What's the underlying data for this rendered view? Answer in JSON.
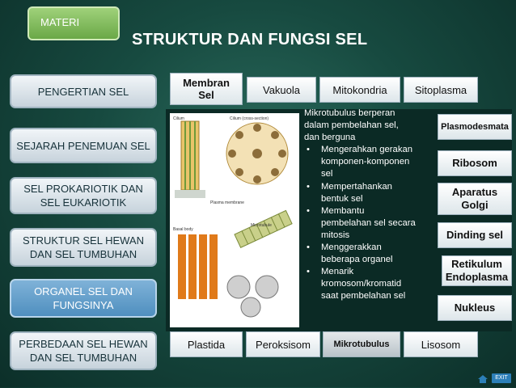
{
  "header": {
    "materi_label": "MATERI",
    "title": "STRUKTUR DAN FUNGSI SEL"
  },
  "sidebar": {
    "items": [
      {
        "label_lines": [
          "PENGERTIAN SEL"
        ],
        "active": false
      },
      {
        "label_lines": [
          "SEJARAH PENEMUAN SEL"
        ],
        "active": false
      },
      {
        "label_lines": [
          "SEL PROKARIOTIK DAN",
          "SEL EUKARIOTIK"
        ],
        "active": false
      },
      {
        "label_lines": [
          "STRUKTUR SEL HEWAN",
          "DAN SEL TUMBUHAN"
        ],
        "active": false
      },
      {
        "label_lines": [
          "ORGANEL SEL DAN",
          "FUNGSINYA"
        ],
        "active": true
      },
      {
        "label_lines": [
          "PERBEDAAN SEL HEWAN",
          "DAN SEL TUMBUHAN"
        ],
        "active": false
      }
    ]
  },
  "top_tabs": {
    "membran_lines": [
      "Membran",
      "Sel"
    ],
    "vakuola": "Vakuola",
    "mitokondria": "Mitokondria",
    "sitoplasma": "Sitoplasma"
  },
  "right_buttons": {
    "plasmodesmata": "Plasmodesmata",
    "ribosom": "Ribosom",
    "aparatus_lines": [
      "Aparatus",
      "Golgi"
    ],
    "dinding": "Dinding sel",
    "retikulum_lines": [
      "Retikulum",
      "Endoplasma"
    ],
    "nukleus": "Nukleus"
  },
  "bottom_tabs": {
    "plastida": "Plastida",
    "peroksisom": "Peroksisom",
    "mikrotubulus": "Mikrotubulus",
    "lisosom": "Lisosom"
  },
  "description": {
    "intro_lines": [
      "Mikrotubulus berperan",
      "dalam pembelahan sel,",
      "dan berguna"
    ],
    "bullets": [
      [
        "Mengerahkan gerakan",
        "komponen-komponen",
        "sel"
      ],
      [
        "Mempertahankan",
        "bentuk sel"
      ],
      [
        "Membantu",
        "pembelahan sel secara",
        "mitosis"
      ],
      [
        "Menggerakkan",
        "beberapa organel"
      ],
      [
        "Menarik",
        "kromosom/kromatid",
        "saat pembelahan sel"
      ]
    ]
  },
  "diagram_labels": [
    "Cilium",
    "Cilium (cross-section)",
    "Plasma membrane",
    "Microtubule",
    "Basal body"
  ],
  "footer": {
    "exit_label": "EXIT"
  },
  "colors": {
    "background": "#174a40",
    "active_item": "#4f8fbf",
    "materi": "#6aa847"
  }
}
